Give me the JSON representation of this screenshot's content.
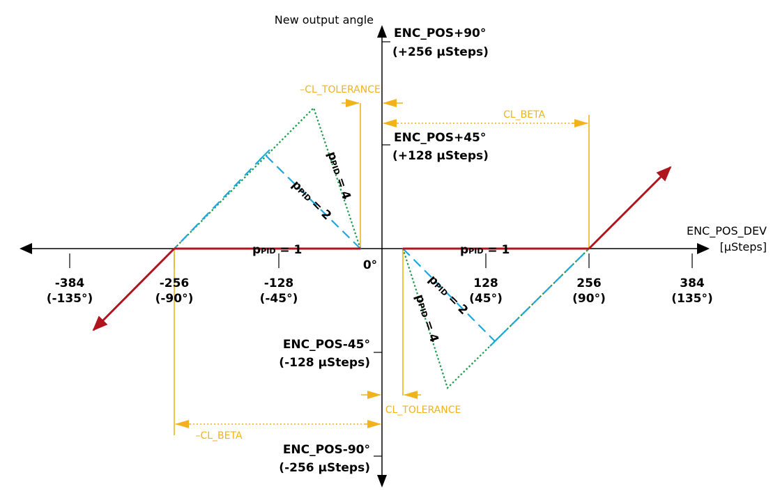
{
  "diagram": {
    "y_axis_label": "New output angle",
    "x_axis_label_line1": "ENC_POS_DEV",
    "x_axis_label_line2": "[µSteps]",
    "origin_label": "0°",
    "x_ticks": [
      {
        "value": "-384",
        "angle": "(-135°)"
      },
      {
        "value": "-256",
        "angle": "(-90°)"
      },
      {
        "value": "-128",
        "angle": "(-45°)"
      },
      {
        "value": "128",
        "angle": "(45°)"
      },
      {
        "value": "256",
        "angle": "(90°)"
      },
      {
        "value": "384",
        "angle": "(135°)"
      }
    ],
    "y_ticks": [
      {
        "line1": "ENC_POS+90°",
        "line2": "(+256 µSteps)"
      },
      {
        "line1": "ENC_POS+45°",
        "line2": "(+128 µSteps)"
      },
      {
        "line1": "ENC_POS-45°",
        "line2": "(-128 µSteps)"
      },
      {
        "line1": "ENC_POS-90°",
        "line2": "(-256 µSteps)"
      }
    ],
    "annotations": {
      "neg_cl_tolerance": "–CL_TOLERANCE",
      "cl_tolerance": "CL_TOLERANCE",
      "cl_beta": "CL_BETA",
      "neg_cl_beta": "–CL_BETA"
    },
    "gain_labels": {
      "p": "p",
      "pid": "PID",
      "eq1": " = 1",
      "eq2": " = 2",
      "eq4": " = 4"
    },
    "colors": {
      "axis": "#000000",
      "p1_line": "#b0141c",
      "p2_line": "#1ea7dc",
      "p4_line": "#1e9a4b",
      "annotation": "#f2b21c"
    }
  }
}
